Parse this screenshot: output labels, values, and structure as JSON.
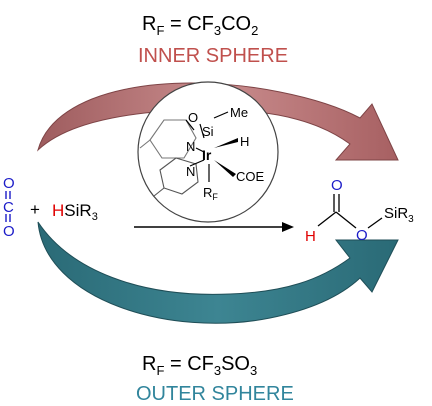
{
  "inner": {
    "rf_label": "R",
    "rf_sub": "F",
    "rf_eq": " = CF",
    "rf_sub3": "3",
    "rf_tail": "CO",
    "rf_sub2": "2",
    "name": "INNER SPHERE",
    "color": "#c0504d",
    "arrow_color": "#c8898a"
  },
  "outer": {
    "rf_label": "R",
    "rf_sub": "F",
    "rf_eq": " = CF",
    "rf_sub3": "3",
    "rf_tail": "SO",
    "rf_sub2": "3",
    "name": "OUTER SPHERE",
    "color": "#31859c",
    "arrow_color": "#2e6b78"
  },
  "reactants": {
    "co2_o_top": "O",
    "co2_c": "C",
    "co2_o_bottom": "O",
    "plus": "+",
    "h": "H",
    "si": "SiR",
    "si_sub": "3"
  },
  "catalyst": {
    "me": "Me",
    "o": "O",
    "si": "Si",
    "n1": "N",
    "ir": "Ir",
    "h": "H",
    "n2": "N",
    "coe": "COE",
    "rf": "R",
    "rf_sub": "F"
  },
  "product": {
    "o_top": "O",
    "h": "H",
    "o_ester": "O",
    "si": "SiR",
    "si_sub": "3"
  },
  "colors": {
    "blue": "#1c1cc8",
    "red": "#e00000",
    "black": "#000000"
  }
}
